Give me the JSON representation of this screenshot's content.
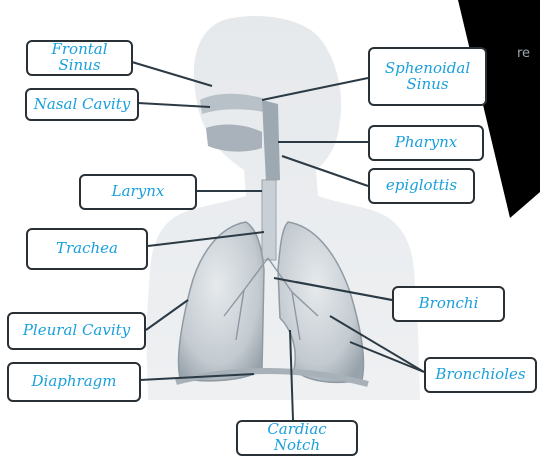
{
  "labels": {
    "frontal_sinus": "Frontal Sinus",
    "nasal_cavity": "Nasal Cavity",
    "larynx": "Larynx",
    "trachea": "Trachea",
    "pleural_cavity": "Pleural Cavity",
    "diaphragm": "Diaphragm",
    "cardiac_notch": "Cardiac Notch",
    "sphenoidal_sinus": "Sphenoidal\nSinus",
    "pharynx": "Pharynx",
    "epiglottis": "epiglottis",
    "bronchi": "Bronchi",
    "bronchioles": "Bronchioles"
  },
  "corner_text": "re",
  "colors": {
    "label_text": "#1aa0dc",
    "box_border": "#2a3136",
    "leader_line": "#2b3a44",
    "body_silhouette": "#e3e7ea",
    "lung_fill": "#c5ccd1",
    "corner_triangle": "#000000"
  }
}
